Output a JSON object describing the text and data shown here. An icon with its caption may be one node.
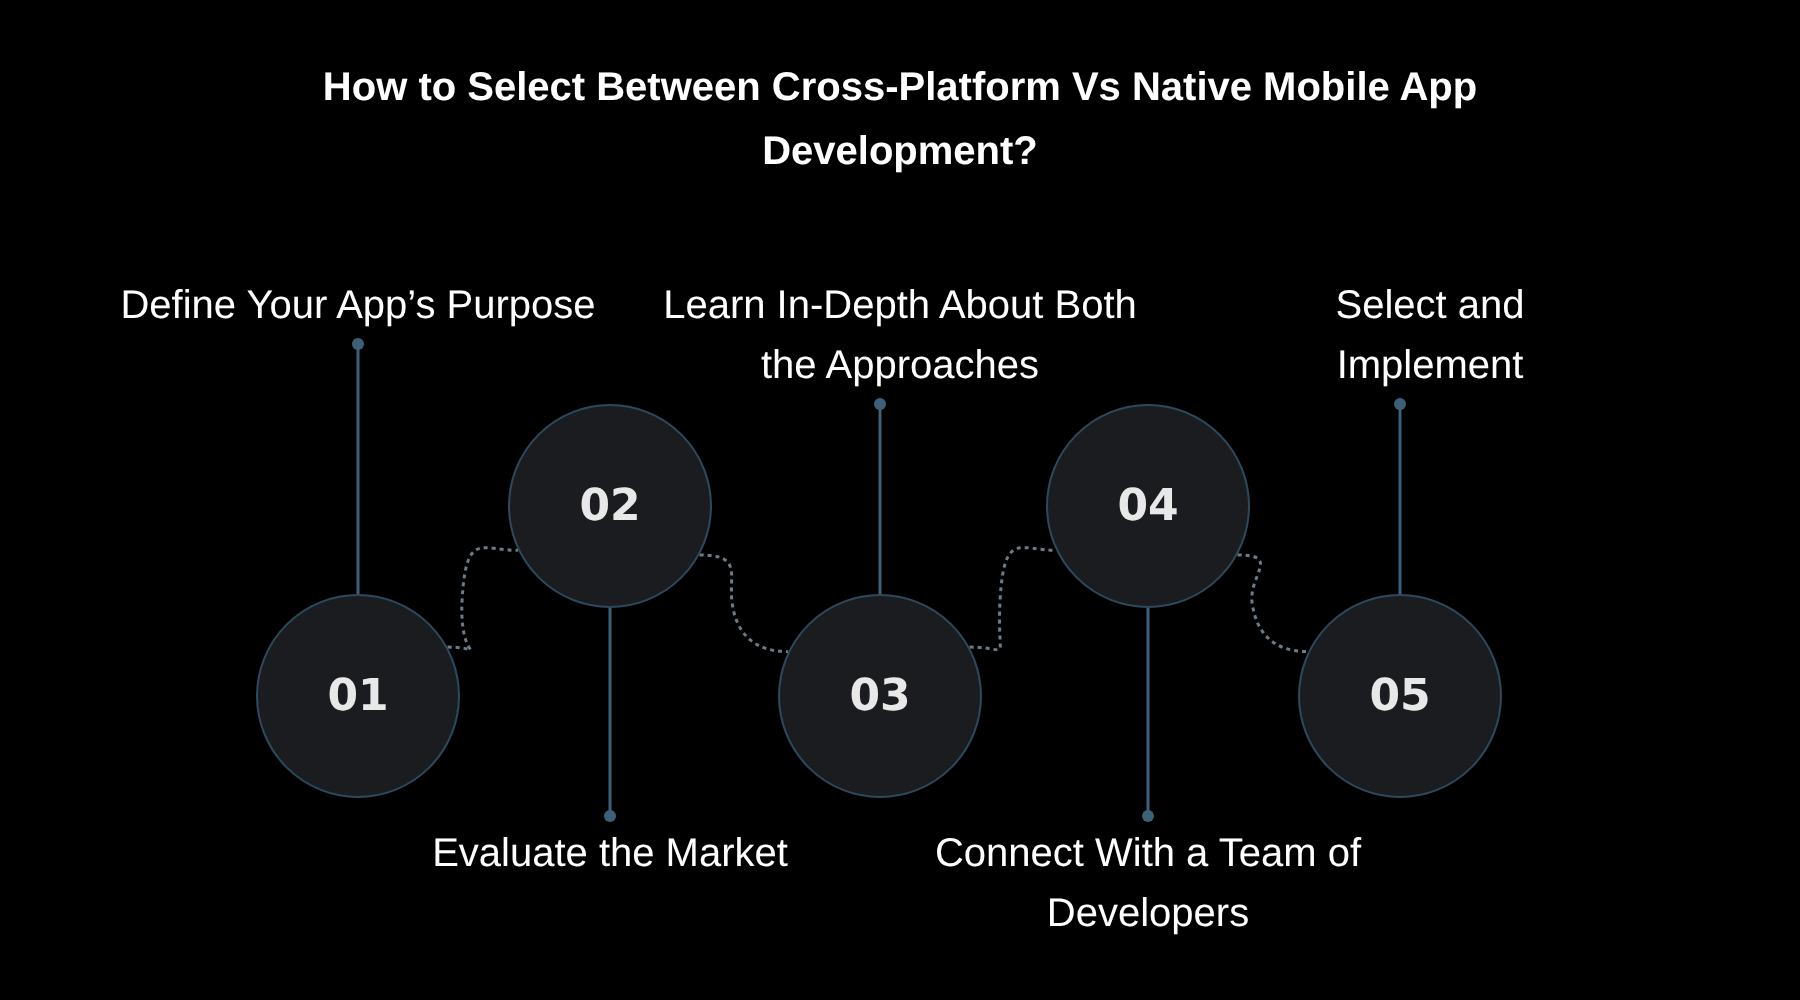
{
  "diagram": {
    "title": "How to Select Between Cross-Platform Vs Native Mobile App Development?",
    "nodes": [
      {
        "text": [
          "01"
        ]
      },
      {
        "text": [
          "02"
        ]
      },
      {
        "text": [
          "03"
        ]
      },
      {
        "text": [
          "04"
        ]
      },
      {
        "text": [
          "05"
        ]
      },
      {
        "text": [
          "Define Your App’s Purpose"
        ]
      },
      {
        "text": [
          "Evaluate the Market"
        ]
      },
      {
        "text": [
          "Learn In-Depth About Both the Approaches"
        ]
      },
      {
        "text": [
          "Connect With a Team of Developers"
        ]
      },
      {
        "text": [
          "Select and Implement"
        ]
      }
    ],
    "edges": [
      {
        "from": 0,
        "to": 1,
        "arrow": "none",
        "style": "dashed"
      },
      {
        "from": 1,
        "to": 2,
        "arrow": "none",
        "style": "dashed"
      },
      {
        "from": 2,
        "to": 3,
        "arrow": "none",
        "style": "dashed"
      },
      {
        "from": 3,
        "to": 4,
        "arrow": "none",
        "style": "dashed"
      },
      {
        "from": 5,
        "to": 0,
        "arrow": "other"
      },
      {
        "from": 6,
        "to": 1,
        "arrow": "other"
      },
      {
        "from": 7,
        "to": 2,
        "arrow": "other"
      },
      {
        "from": 8,
        "to": 3,
        "arrow": "other"
      },
      {
        "from": 9,
        "to": 4,
        "arrow": "other"
      }
    ]
  }
}
